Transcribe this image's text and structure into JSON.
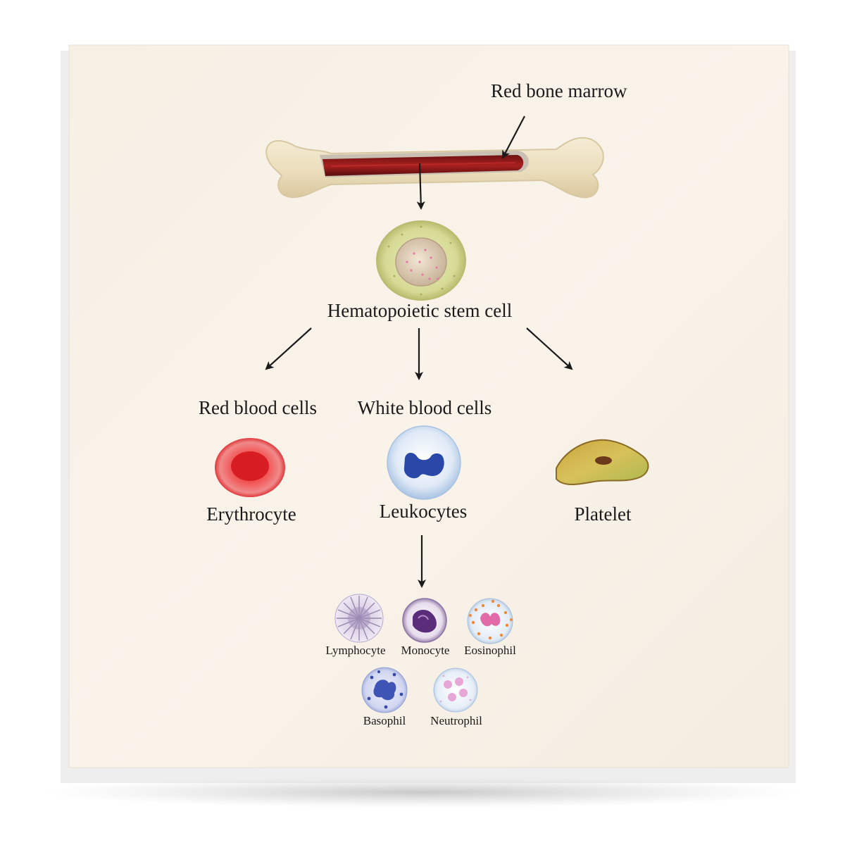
{
  "labels": {
    "red_bone_marrow": "Red bone marrow",
    "stem_cell": "Hematopoietic stem cell",
    "red_blood_cells": "Red blood cells",
    "white_blood_cells": "White blood cells",
    "erythrocyte": "Erythrocyte",
    "leukocytes": "Leukocytes",
    "platelet": "Platelet"
  },
  "leukocyte_types": {
    "lymphocyte": "Lymphocyte",
    "monocyte": "Monocyte",
    "eosinophil": "Eosinophil",
    "basophil": "Basophil",
    "neutrophil": "Neutrophil"
  },
  "colors": {
    "paper": "#f7f0e6",
    "bone": "#efe3c6",
    "marrow": "#8b1a1a",
    "stem_cytoplasm": "#d8dc9a",
    "erythrocyte": "#e8232a",
    "leukocyte_nucleus": "#2a48a8",
    "platelet": "#b9a040",
    "arrow": "#1a1a1a"
  }
}
